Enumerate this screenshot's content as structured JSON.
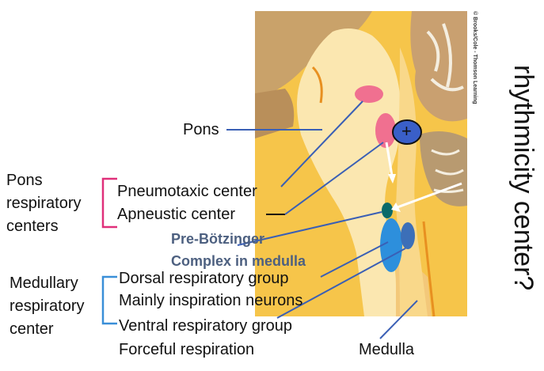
{
  "labels": {
    "pons": "Pons",
    "pons_group": [
      "Pons",
      "respiratory",
      "centers"
    ],
    "pneumotaxic": "Pneumotaxic center",
    "apneustic": "Apneustic center",
    "pre_botzinger_1": "Pre-Bötzinger",
    "pre_botzinger_2": "Complex in medulla",
    "medullary_group": [
      "Medullary",
      "respiratory",
      "center"
    ],
    "dorsal": "Dorsal respiratory group",
    "dorsal_sub": "Mainly inspiration neurons",
    "ventral": "Ventral respiratory group",
    "ventral_sub": "Forceful respiration",
    "medulla": "Medulla",
    "plus_sign": "+",
    "side_text": "rhythmicity center?",
    "copyright": "© Brooks/Cole - Thomson Learning"
  },
  "colors": {
    "pons_bracket": "#e0307a",
    "medulla_bracket": "#3a8fd8",
    "pointer_line": "#3a5fb5",
    "pneumotaxic_spot": "#f07090",
    "dorsal_spot": "#2d8fdc",
    "ventral_spot": "#3c6fb8",
    "pre_botzinger_spot": "#0a6a6a",
    "plus_circle": "#3a5fc8"
  }
}
